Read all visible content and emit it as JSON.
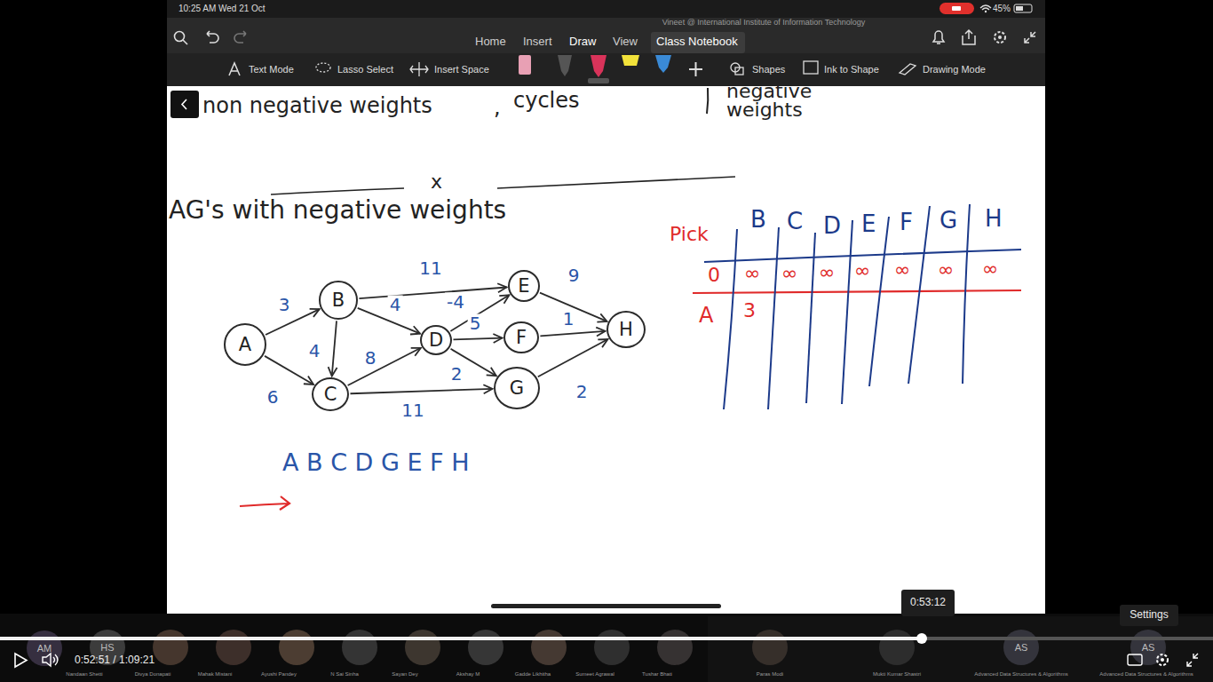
{
  "diagram": {
    "nodes": [
      {
        "text": [
          "A"
        ]
      },
      {
        "text": [
          "B"
        ]
      },
      {
        "text": [
          "C"
        ]
      },
      {
        "text": [
          "D"
        ]
      },
      {
        "text": [
          "E"
        ]
      },
      {
        "text": [
          "F"
        ]
      },
      {
        "text": [
          "G"
        ]
      },
      {
        "text": [
          "H"
        ]
      }
    ],
    "edges": [
      {
        "from": 0,
        "to": 1,
        "arrow": "to",
        "label": "3"
      },
      {
        "from": 0,
        "to": 2,
        "arrow": "to",
        "label": "6"
      },
      {
        "from": 1,
        "to": 2,
        "arrow": "to",
        "label": "4"
      },
      {
        "from": 1,
        "to": 3,
        "arrow": "to",
        "label": "4"
      },
      {
        "from": 1,
        "to": 4,
        "arrow": "to",
        "label": "11"
      },
      {
        "from": 2,
        "to": 3,
        "arrow": "to",
        "label": "8"
      },
      {
        "from": 2,
        "to": 6,
        "arrow": "to",
        "label": "11"
      },
      {
        "from": 3,
        "to": 4,
        "arrow": "to",
        "label": "-4"
      },
      {
        "from": 3,
        "to": 5,
        "arrow": "to",
        "label": "5"
      },
      {
        "from": 3,
        "to": 6,
        "arrow": "to",
        "label": "2"
      },
      {
        "from": 4,
        "to": 7,
        "arrow": "to",
        "label": "9"
      },
      {
        "from": 5,
        "to": 7,
        "arrow": "to",
        "label": "1"
      },
      {
        "from": 6,
        "to": 7,
        "arrow": "to",
        "label": "2"
      }
    ],
    "labels": [
      "10:25 AM Wed 21 Oct",
      "Vineet @ International Institute of Information Technology",
      "45%",
      "Home",
      "Insert",
      "Draw",
      "View",
      "Class Notebook",
      "Text Mode",
      "Lasso Select",
      "Insert Space",
      "Shapes",
      "Ink to Shape",
      "Drawing Mode",
      "non negative weights",
      ",",
      "cycles",
      "negative weights",
      "x",
      "AG's with negative weights",
      "A B C D G E F H",
      "Pick",
      "B",
      "C",
      "D",
      "E",
      "F",
      "G",
      "H",
      "0",
      "∞",
      "∞",
      "∞",
      "∞",
      "∞",
      "∞",
      "∞",
      "A",
      "3",
      "0:52:51 / 1:09:21",
      "0:53:12",
      "Settings",
      "AM",
      "HS",
      "AS",
      "AS",
      "Nandaan Shetti",
      "Divya Donapati",
      "Mahak Mistani",
      "Ayushi Pandey",
      "N Sai Sinha",
      "Sayan Dey",
      "Akshay M",
      "Gadde Likhitha",
      "Sumeet Agrawal",
      "Tushar Bhati",
      "Paras Modi",
      "Mukti Kumar Shastri",
      "Advanced Data Structures & Algorithms",
      "Advanced Data Structures & Algorithms"
    ]
  }
}
